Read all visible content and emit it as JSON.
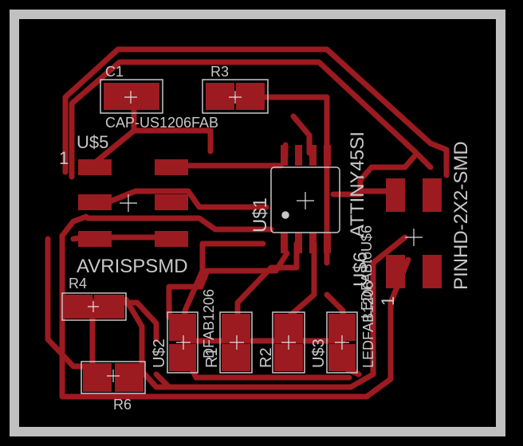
{
  "colors": {
    "background": "#000000",
    "board_outline": "#c0c0c0",
    "copper": "#9b1b20",
    "silkscreen": "#c8c8c8"
  },
  "labels": {
    "c1": "C1",
    "r3": "R3",
    "cap_value": "CAP-US1206FAB",
    "us5": "U$5",
    "pin1_left": "1",
    "us1": "U$1",
    "attiny": "ATTINY45SI",
    "avrisp": "AVRISPSMD",
    "r4": "R4",
    "r6": "R6",
    "us2": "U$2",
    "r1": "R1",
    "ledfab1206_a": "DFAB1206",
    "r2": "R2",
    "us3": "U$3",
    "ledfab1206_b": "LEDFAB1206",
    "us6": "U$6",
    "ledfab_overlap": "LEDFABtoU$6",
    "pin1_right": "1",
    "pinhd": "PINHD-2X2-SMD"
  }
}
